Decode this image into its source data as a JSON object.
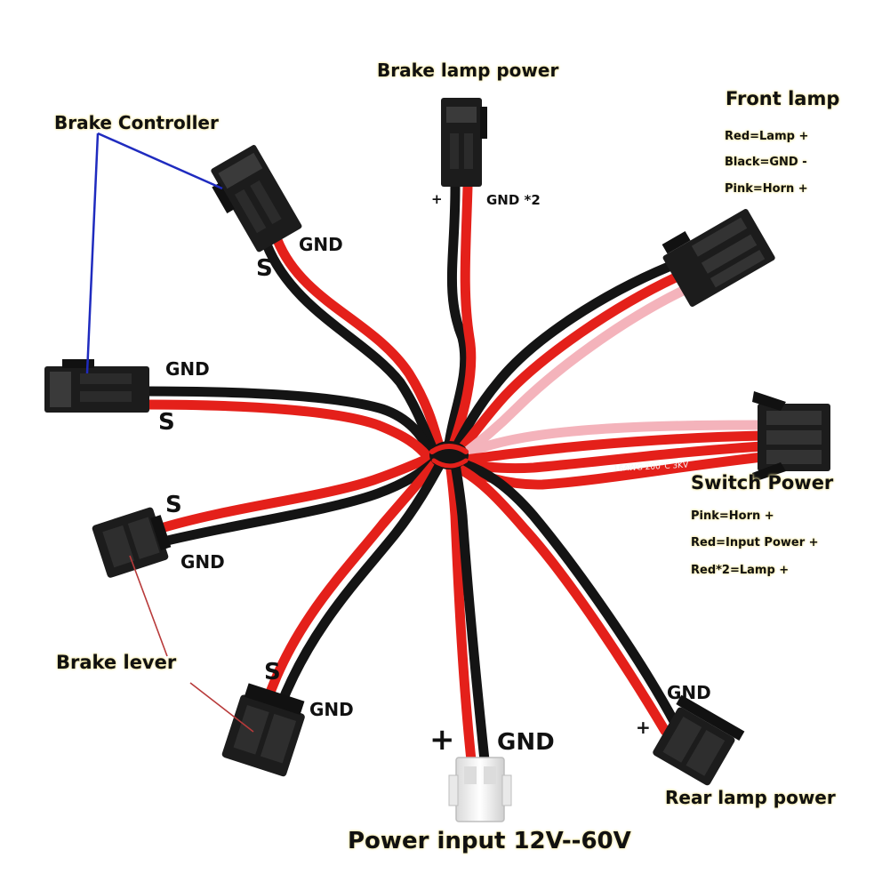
{
  "labels": {
    "brake_lamp_power": "Brake lamp power",
    "brake_lamp_plus": "+",
    "brake_lamp_gnd": "GND *2",
    "brake_controller": "Brake Controller",
    "ctrl1_gnd": "GND",
    "ctrl1_s": "S",
    "ctrl2_gnd": "GND",
    "ctrl2_s": "S",
    "front_lamp_title": "Front lamp",
    "front_lamp_line1": "Red=Lamp +",
    "front_lamp_line2": "Black=GND -",
    "front_lamp_line3": "Pink=Horn +",
    "lever1_s": "S",
    "lever1_gnd": "GND",
    "brake_lever": "Brake lever",
    "lever2_s": "S",
    "lever2_gnd": "GND",
    "switch_power_title": "Switch Power",
    "switch_line1": "Pink=Horn +",
    "switch_line2": "Red=Input Power +",
    "switch_line3": "Red*2=Lamp +",
    "rear_gnd": "GND",
    "rear_plus": "+",
    "rear_lamp_power": "Rear lamp power",
    "power_plus": "+",
    "power_gnd": "GND",
    "power_input": "Power input 12V--60V"
  },
  "wire_print": "16AWG 200°C 3KV",
  "colors": {
    "red_wire": "#e4201a",
    "black_wire": "#141414",
    "pink_wire": "#f4b3bb",
    "connector": "#1c1c1c",
    "white_connector": "#f2f2f2",
    "pointer_blue": "#1f2bbf",
    "pointer_red": "#b83a3a",
    "label_glow": "#f3e7a0"
  }
}
